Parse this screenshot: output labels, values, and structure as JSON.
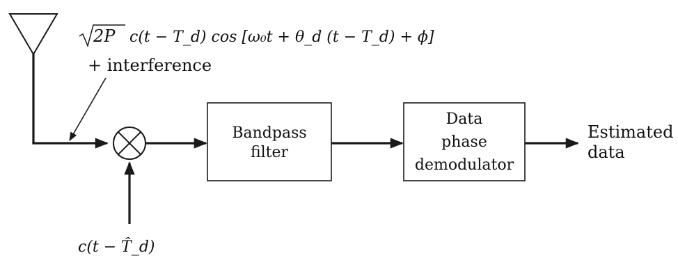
{
  "diagram": {
    "antenna_label": "antenna",
    "received_signal": {
      "radical": "2P",
      "line1": "c(t − T_d) cos [ω₀t + θ_d (t − T_d) + ϕ]",
      "line2": "+ interference"
    },
    "local_code": "c(t − T̂_d)",
    "blocks": {
      "bandpass": [
        "Bandpass",
        "filter"
      ],
      "demod": [
        "Data",
        "phase",
        "demodulator"
      ]
    },
    "output": [
      "Estimated",
      "data"
    ]
  }
}
